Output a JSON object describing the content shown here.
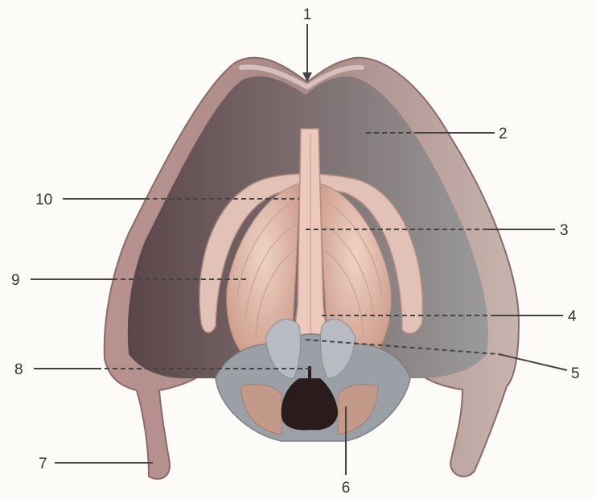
{
  "labels": {
    "l1": "1",
    "l2": "2",
    "l3": "3",
    "l4": "4",
    "l5": "5",
    "l6": "6",
    "l7": "7",
    "l8": "8",
    "l9": "9",
    "l10": "10"
  },
  "colors": {
    "background": "#fdfbf8",
    "cartilage_light": "#c9a9a0",
    "cartilage_shadow": "#6e5655",
    "inner_wall": "#8e8e8e",
    "fold_pink": "#e8c2b3",
    "fold_muscle": "#d9a996",
    "lumen_dark": "#2a1c1c",
    "leader_line": "#444444"
  }
}
